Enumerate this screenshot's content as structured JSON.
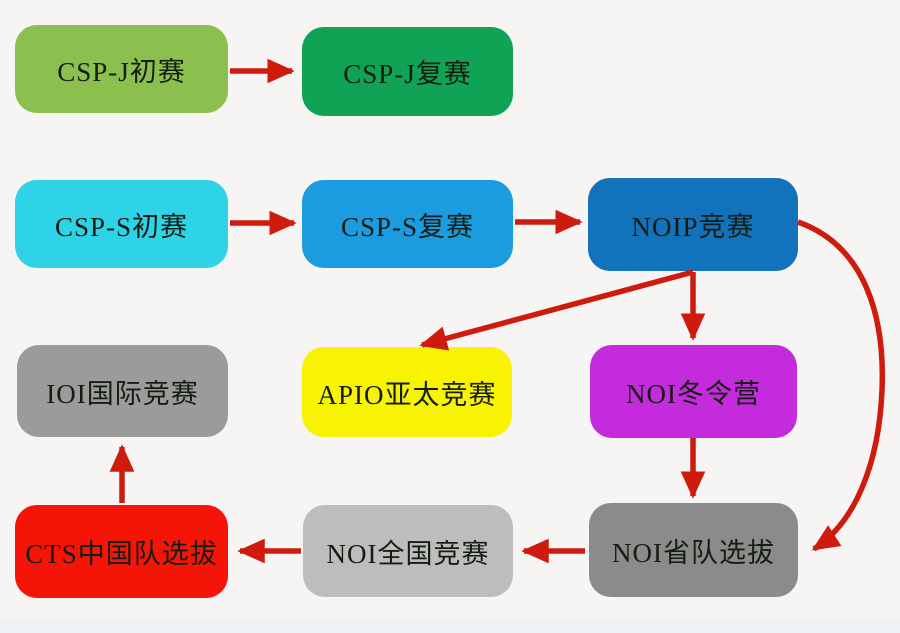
{
  "diagram": {
    "title": "informatics-competition-pathway",
    "background": "#f6f5f3",
    "bottom_strip_color": "#eef1f6",
    "arrow_color": "#ce1b0e",
    "text_color": "#151d10",
    "nodes": [
      {
        "id": "csp-j-preliminary",
        "label": "CSP-J初赛",
        "color": "#8cc04e"
      },
      {
        "id": "csp-j-final",
        "label": "CSP-J复赛",
        "color": "#10a355"
      },
      {
        "id": "csp-s-preliminary",
        "label": "CSP-S初赛",
        "color": "#2ed3e8"
      },
      {
        "id": "csp-s-final",
        "label": "CSP-S复赛",
        "color": "#1b9ce0"
      },
      {
        "id": "noip-contest",
        "label": "NOIP竞赛",
        "color": "#1272bc"
      },
      {
        "id": "ioi-international-contest",
        "label": "IOI国际竞赛",
        "color": "#9b9b9b"
      },
      {
        "id": "apio-asia-pacific-contest",
        "label": "APIO亚太竞赛",
        "color": "#f7f303"
      },
      {
        "id": "noi-winter-camp",
        "label": "NOI冬令营",
        "color": "#c32bdc"
      },
      {
        "id": "cts-china-team-selection",
        "label": "CTS中国队选拔",
        "color": "#f51508"
      },
      {
        "id": "noi-national-contest",
        "label": "NOI全国竞赛",
        "color": "#bdbdbd"
      },
      {
        "id": "noi-provincial-team-selection",
        "label": "NOI省队选拔",
        "color": "#8b8b8b"
      }
    ],
    "edges": [
      {
        "from": "CSP-J初赛",
        "to": "CSP-J复赛",
        "style": "straight"
      },
      {
        "from": "CSP-S初赛",
        "to": "CSP-S复赛",
        "style": "straight"
      },
      {
        "from": "CSP-S复赛",
        "to": "NOIP竞赛",
        "style": "straight"
      },
      {
        "from": "NOIP竞赛",
        "to": "APIO亚太竞赛",
        "style": "diagonal"
      },
      {
        "from": "NOIP竞赛",
        "to": "NOI冬令营",
        "style": "straight"
      },
      {
        "from": "NOIP竞赛",
        "to": "NOI省队选拔",
        "style": "curved"
      },
      {
        "from": "NOI冬令营",
        "to": "NOI省队选拔",
        "style": "straight"
      },
      {
        "from": "NOI省队选拔",
        "to": "NOI全国竞赛",
        "style": "straight"
      },
      {
        "from": "NOI全国竞赛",
        "to": "CTS中国队选拔",
        "style": "straight"
      },
      {
        "from": "CTS中国队选拔",
        "to": "IOI国际竞赛",
        "style": "straight"
      }
    ]
  }
}
